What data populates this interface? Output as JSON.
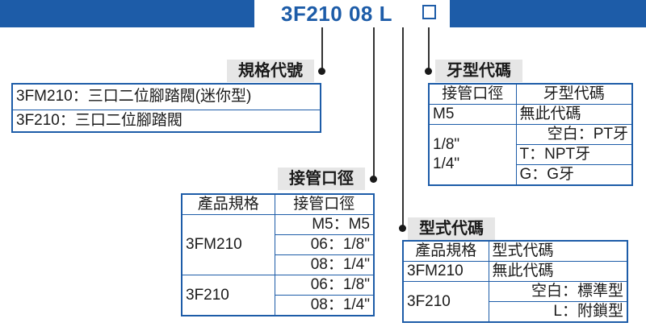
{
  "header": {
    "code_text": "3F210 08 L",
    "option_square": "□"
  },
  "model_section": {
    "heading": "規格代號",
    "rows": [
      "3FM210：三口二位腳踏閥(迷你型)",
      "3F210：三口二位腳踏閥"
    ]
  },
  "port_section": {
    "heading": "接管口徑",
    "col_headers": [
      "產品規格",
      "接管口徑"
    ],
    "groups": [
      {
        "model": "3FM210",
        "ports": [
          "M5：M5",
          "06：1/8\"",
          "08：1/4\""
        ]
      },
      {
        "model": "3F210",
        "ports": [
          "06：1/8\"",
          "08：1/4\""
        ]
      }
    ]
  },
  "thread_section": {
    "heading": "牙型代碼",
    "col_headers": [
      "接管口徑",
      "牙型代碼"
    ],
    "row1": {
      "size": "M5",
      "code": "無此代碼"
    },
    "row2": {
      "sizes": [
        "1/8\"",
        "1/4\""
      ],
      "codes": [
        "空白：PT牙",
        "T：NPT牙",
        "G：G牙"
      ]
    }
  },
  "type_section": {
    "heading": "型式代碼",
    "col_headers": [
      "產品規格",
      "型式代碼"
    ],
    "row1": {
      "model": "3FM210",
      "code": "無此代碼"
    },
    "row2": {
      "model": "3F210",
      "codes": [
        "空白：標準型",
        "L：附鎖型"
      ]
    }
  }
}
